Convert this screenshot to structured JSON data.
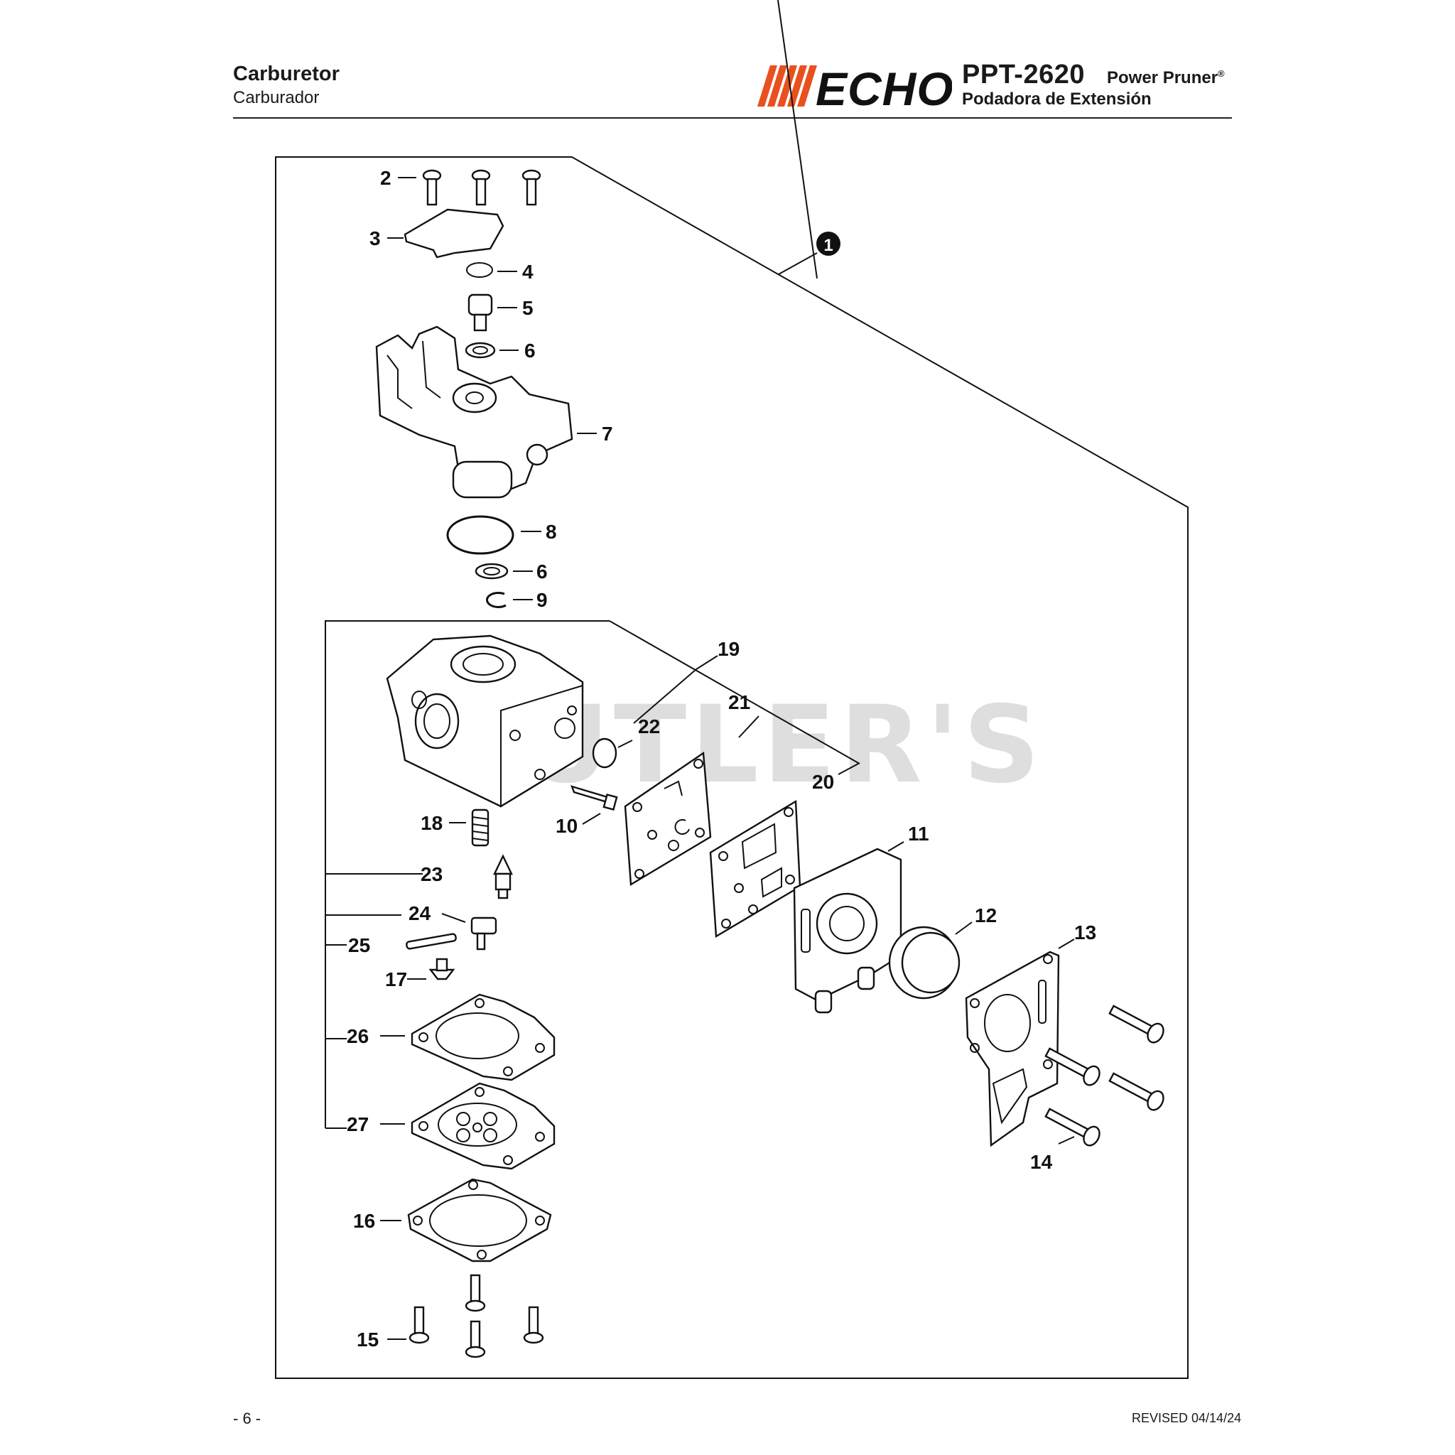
{
  "header": {
    "title_en": "Carburetor",
    "title_es": "Carburador",
    "brand": "ECHO",
    "model": "PPT-2620",
    "product_en": "Power Pruner",
    "product_en_mark": "®",
    "product_es": "Podadora de Extensión"
  },
  "watermark": "CUTLER'S",
  "callout_main": "1",
  "parts": {
    "p2": "2",
    "p3": "3",
    "p4": "4",
    "p5": "5",
    "p6a": "6",
    "p6b": "6",
    "p7": "7",
    "p8": "8",
    "p9": "9",
    "p10": "10",
    "p11": "11",
    "p12": "12",
    "p13": "13",
    "p14": "14",
    "p15": "15",
    "p16": "16",
    "p17": "17",
    "p18": "18",
    "p19": "19",
    "p20": "20",
    "p21": "21",
    "p22": "22",
    "p23": "23",
    "p24": "24",
    "p25": "25",
    "p26": "26",
    "p27": "27"
  },
  "footer": {
    "page": "- 6 -",
    "revised": "REVISED 04/14/24"
  },
  "colors": {
    "brand_orange": "#e8501e",
    "ink": "#111111",
    "watermark": "#d4d4d4"
  }
}
